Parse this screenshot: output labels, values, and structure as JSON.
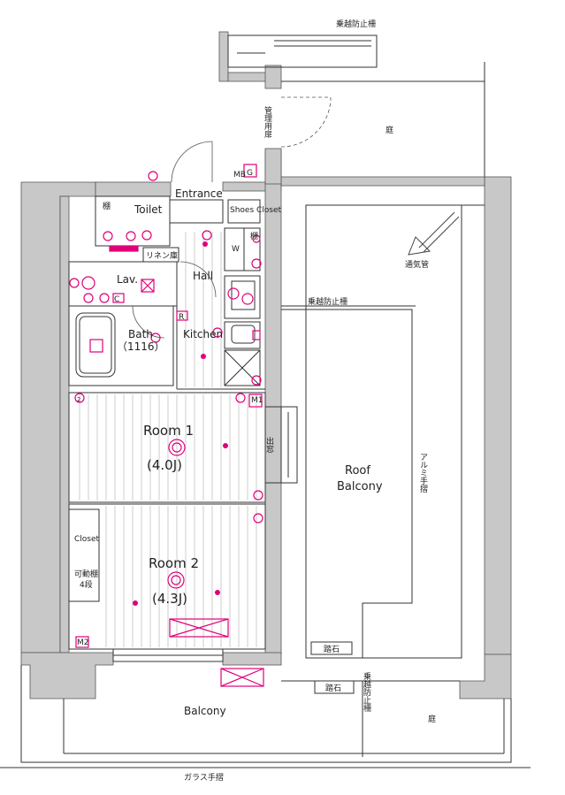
{
  "labels": {
    "fall_fence_top": "乗越防止柵",
    "garden_top": "庭",
    "management_door": "管理用扉",
    "mb": "MB",
    "g_mark": "G",
    "entrance": "Entrance",
    "toilet": "Toilet",
    "toilet_shelf": "棚",
    "shoes_closet": "Shoes Closet",
    "w_mark": "W",
    "shelf_side": "棚",
    "linen": "リネン庫",
    "lav": "Lav.",
    "hall": "Hall",
    "c_mark": "C",
    "r_mark": "R",
    "bath": "Bath",
    "bath_size": "（1116）",
    "kitchen": "Kitchen",
    "m1": "M1",
    "ventilation": "通気管",
    "fall_fence_mid": "乗越防止柵",
    "room1": "Room 1",
    "room1_size": "(4.0J)",
    "window": "出窓",
    "roof_balcony_1": "Roof",
    "roof_balcony_2": "Balcony",
    "alu_rail": "アルミ手摺",
    "closet": "Closet",
    "shelf_adj_1": "可動棚",
    "shelf_adj_2": "4段",
    "room2": "Room 2",
    "room2_size": "(4.3J)",
    "m2": "M2",
    "stepping_stone_1": "踏石",
    "stepping_stone_2": "踏石",
    "fall_fence_bottom": "乗越防止柵",
    "balcony": "Balcony",
    "garden_bottom": "庭",
    "glass_rail": "ガラス手摺",
    "num_2": "2"
  },
  "colors": {
    "wall": "#c8c8c8",
    "line": "#333333",
    "accent": "#e0007a"
  }
}
